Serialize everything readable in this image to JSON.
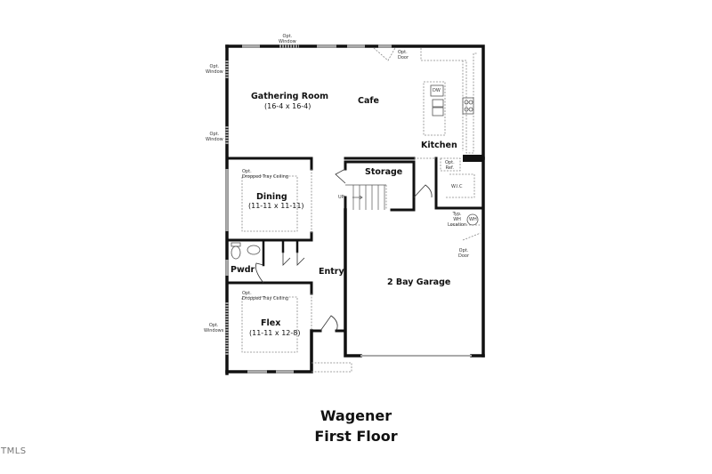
{
  "plan": {
    "name": "Wagener",
    "floor": "First Floor"
  },
  "watermark": "TMLS",
  "rooms": {
    "gathering": {
      "label": "Gathering Room",
      "dims": "(16-4 x 16-4)"
    },
    "cafe": {
      "label": "Cafe"
    },
    "kitchen": {
      "label": "Kitchen"
    },
    "storage": {
      "label": "Storage"
    },
    "dining": {
      "label": "Dining",
      "dims": "(11-11 x 11-11)"
    },
    "pwdr": {
      "label": "Pwdr"
    },
    "entry": {
      "label": "Entry"
    },
    "flex": {
      "label": "Flex",
      "dims": "(11-11 x 12-8)"
    },
    "garage": {
      "label": "2 Bay Garage"
    }
  },
  "annotations": {
    "opt_window_top": [
      "Opt.",
      "Window"
    ],
    "opt_window_left_upper": [
      "Opt.",
      "Window"
    ],
    "opt_window_left_lower": [
      "Opt.",
      "Window"
    ],
    "opt_windows_flex": [
      "Opt.",
      "Windows"
    ],
    "opt_door_top": [
      "Opt.",
      "Door"
    ],
    "opt_door_garage": [
      "Opt.",
      "Door"
    ],
    "dining_tray": [
      "Opt.",
      "Dropped Tray Ceiling"
    ],
    "flex_tray": [
      "Opt.",
      "Dropped Tray Ceiling"
    ],
    "dw": "DW",
    "opt_ref": [
      "Opt.",
      "Ref."
    ],
    "wic": "W.I.C",
    "wh_location": [
      "Typ.",
      "WH",
      "Location"
    ],
    "wh": "WH",
    "up": "UP"
  }
}
